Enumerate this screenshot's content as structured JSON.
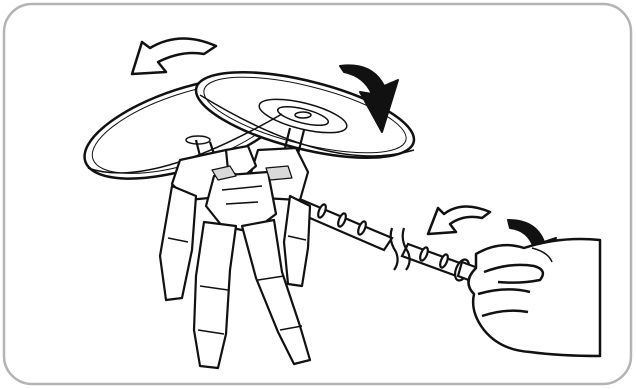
{
  "illustration": {
    "icons": [
      "rounded-frame",
      "rotation-arrow-icon",
      "rotation-arrow-icon",
      "rotation-arrow-icon",
      "rotation-arrow-icon",
      "rotor-disc",
      "robot-figure",
      "launcher-rod",
      "hand-icon"
    ],
    "colors": {
      "background": "#ffffff",
      "frame_border": "#b3b3b3",
      "line": "#111111",
      "arrow_fill": "#111111",
      "arrow_outline_fill": "#ffffff",
      "shade": "#d9d9d9"
    }
  }
}
